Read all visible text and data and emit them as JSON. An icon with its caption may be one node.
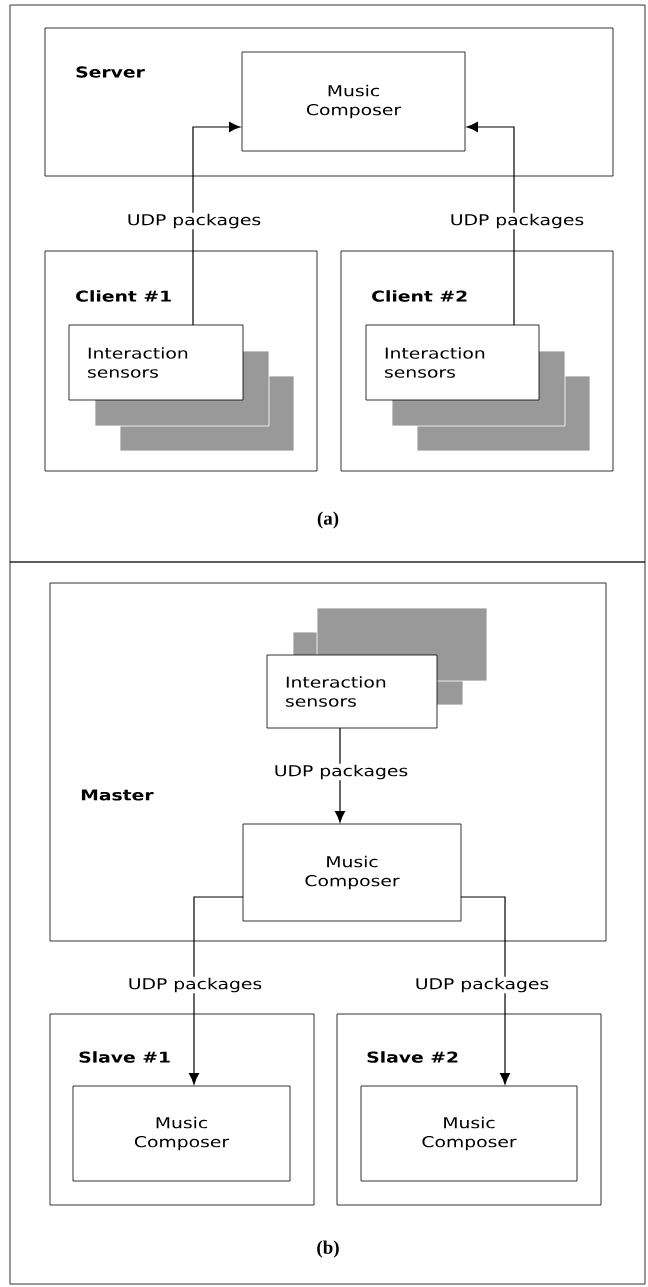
{
  "diagram": {
    "nodes": [
      {
        "text": [
          "(a)"
        ]
      },
      {
        "text": [
          "Server"
        ],
        "in": 0
      },
      {
        "text": [
          "Music Composer"
        ],
        "in": 1
      },
      {
        "text": [
          "Client #1"
        ],
        "in": 0
      },
      {
        "text": [
          "Interaction sensors"
        ],
        "in": 3
      },
      {
        "text": [
          "Client #2"
        ],
        "in": 0
      },
      {
        "text": [
          "Interaction sensors"
        ],
        "in": 5
      },
      {
        "text": [
          "(b)"
        ]
      },
      {
        "text": [
          "Master"
        ],
        "in": 7
      },
      {
        "text": [
          "Interaction sensors"
        ],
        "in": 8
      },
      {
        "text": [
          "Music Composer"
        ],
        "in": 8
      },
      {
        "text": [
          "Slave #1"
        ],
        "in": 7
      },
      {
        "text": [
          "Music Composer"
        ],
        "in": 11
      },
      {
        "text": [
          "Slave #2"
        ],
        "in": 7
      },
      {
        "text": [
          "Music Composer"
        ],
        "in": 13
      }
    ],
    "edges": [
      {
        "from": 4,
        "to": 2,
        "arrow": "to",
        "label": "UDP packages"
      },
      {
        "from": 6,
        "to": 2,
        "arrow": "to",
        "label": "UDP packages"
      },
      {
        "from": 9,
        "to": 10,
        "arrow": "to",
        "label": "UDP packages"
      },
      {
        "from": 10,
        "to": 12,
        "arrow": "to",
        "label": "UDP packages"
      },
      {
        "from": 10,
        "to": 14,
        "arrow": "to",
        "label": "UDP packages"
      }
    ]
  }
}
